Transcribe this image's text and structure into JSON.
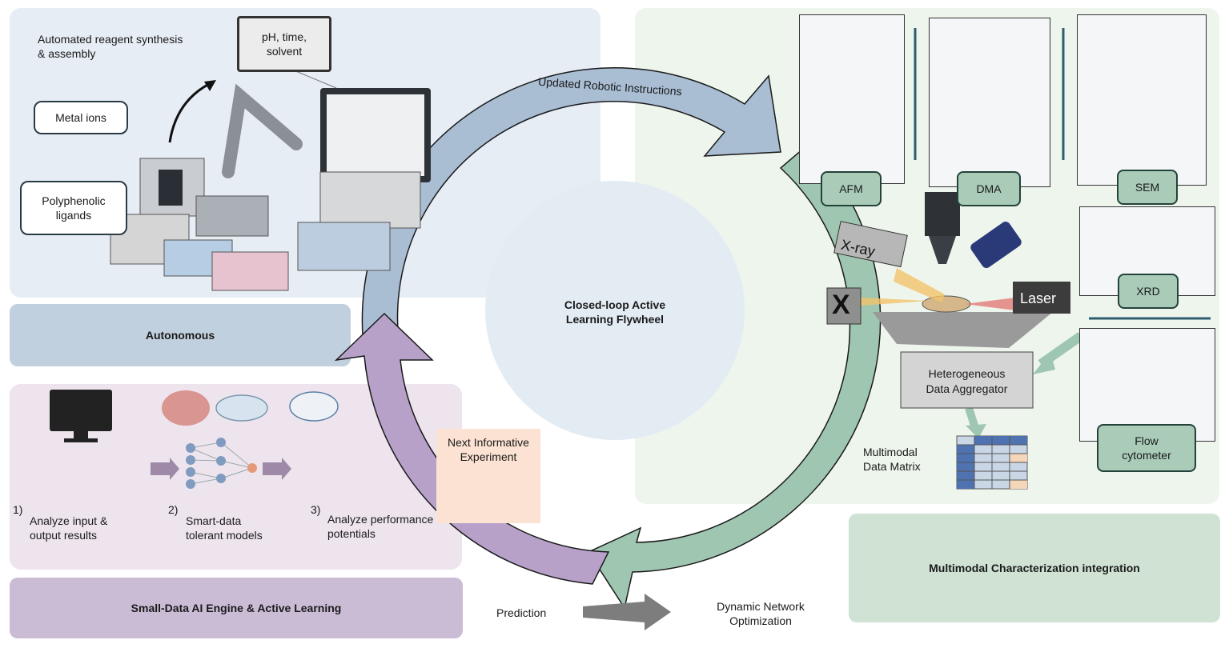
{
  "autonomous": {
    "synthesis_label": "Automated reagent synthesis\n& assembly",
    "callout": "pH, time,\nsolvent",
    "metal_ions": "Metal ions",
    "polyphenolic": "Polyphenolic\nligands",
    "title": "Autonomous"
  },
  "ai_engine": {
    "step1_num": "1)",
    "step1": "Analyze input &\noutput results",
    "step2_num": "2)",
    "step2": "Smart-data\ntolerant models",
    "step3_num": "3)",
    "step3": "Analyze performance\npotentials",
    "title": "Small-Data AI Engine & Active Learning"
  },
  "flywheel": {
    "center": "Closed-loop Active\nLearning Flywheel",
    "top_arrow": "Updated Robotic Instructions",
    "next_experiment": "Next Informative\nExperiment",
    "prediction": "Prediction",
    "dynamic": "Dynamic Network\nOptimization"
  },
  "characterization": {
    "afm": "AFM",
    "dma": "DMA",
    "sem": "SEM",
    "xrd": "XRD",
    "flow": "Flow\ncytometer",
    "xray": "X-ray",
    "x_glyph": "X",
    "laser": "Laser",
    "aggregator": "Heterogeneous\nData Aggregator",
    "matrix": "Multimodal\nData Matrix",
    "title": "Multimodal Characterization integration"
  },
  "colors": {
    "blue_panel": "#e6edf4",
    "blue_bar": "#c1d0df",
    "purple_panel": "#ede4ee",
    "purple_bar": "#cbbcd6",
    "green_panel": "#eef5ec",
    "green_bar": "#cfe2d4",
    "arrow_blue": "#a9bdd3",
    "arrow_green": "#9fc6b0",
    "arrow_purple": "#b7a1c9",
    "peach": "#fbe2d2"
  }
}
